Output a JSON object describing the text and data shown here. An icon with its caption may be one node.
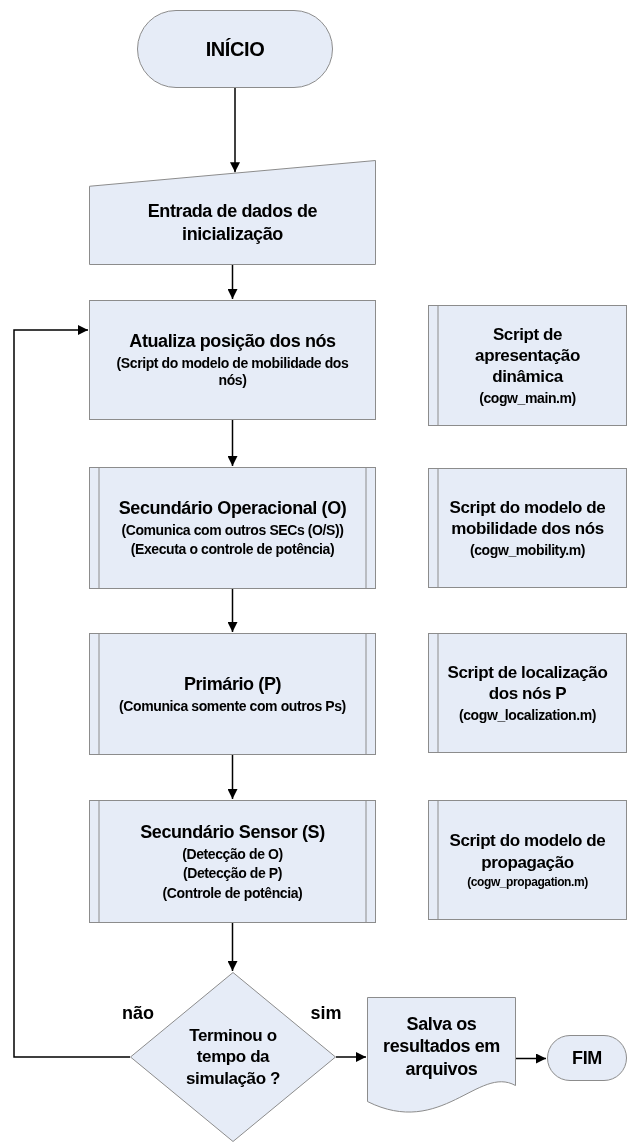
{
  "diagram": {
    "nodes": [
      {
        "text": [
          "INÍCIO"
        ]
      },
      {
        "text": [
          "Entrada de dados de inicialização"
        ]
      },
      {
        "text": [
          "Atualiza posição dos nós",
          "(Script do modelo de mobilidade dos nós)"
        ]
      },
      {
        "text": [
          "Script de apresentação dinâmica",
          "(cogw_main.m)"
        ]
      },
      {
        "text": [
          "Secundário Operacional (O)",
          "(Comunica com outros SECs (O/S))",
          "(Executa o controle de potência)"
        ]
      },
      {
        "text": [
          "Script do modelo de mobilidade dos nós",
          "(cogw_mobility.m)"
        ]
      },
      {
        "text": [
          "Primário (P)",
          "(Comunica somente com outros Ps)"
        ]
      },
      {
        "text": [
          "Script de localização dos nós P",
          "(cogw_localization.m)"
        ]
      },
      {
        "text": [
          "Secundário Sensor (S)",
          "(Detecção de O)",
          "(Detecção de P)",
          "(Controle de potência)"
        ]
      },
      {
        "text": [
          "Script do modelo de propagação",
          "(cogw_propagation.m)"
        ]
      },
      {
        "text": [
          "Terminou o tempo da simulação ?"
        ]
      },
      {
        "text": [
          "Salva os resultados em arquivos"
        ]
      },
      {
        "text": [
          "FIM"
        ]
      }
    ],
    "edges": [
      {
        "from": 0,
        "to": 1,
        "arrow": "to"
      },
      {
        "from": 1,
        "to": 2,
        "arrow": "to"
      },
      {
        "from": 2,
        "to": 4,
        "arrow": "to"
      },
      {
        "from": 4,
        "to": 6,
        "arrow": "to"
      },
      {
        "from": 6,
        "to": 8,
        "arrow": "to"
      },
      {
        "from": 8,
        "to": 10,
        "arrow": "to"
      },
      {
        "from": 10,
        "to": 2,
        "arrow": "to",
        "label": "não"
      },
      {
        "from": 10,
        "to": 11,
        "arrow": "to",
        "label": "sim"
      },
      {
        "from": 11,
        "to": 12,
        "arrow": "to"
      }
    ]
  }
}
